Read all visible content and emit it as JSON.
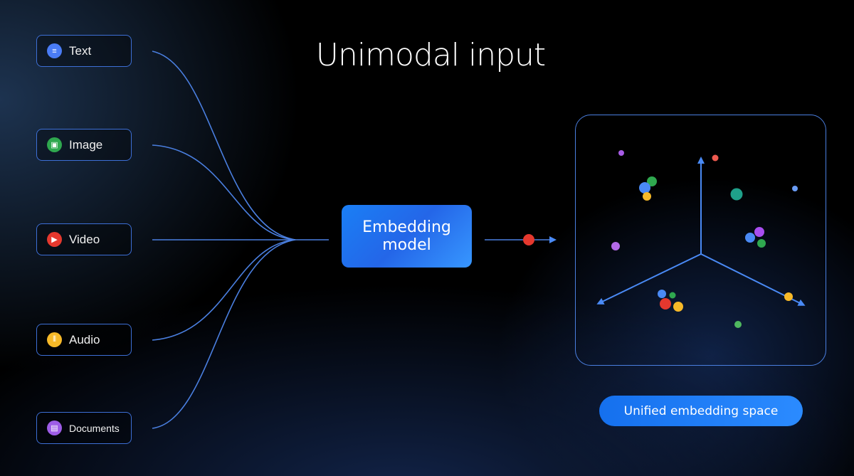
{
  "title": "Unimodal input",
  "inputs": [
    {
      "label": "Text",
      "icon": "text-lines-icon",
      "color": "#4a7cf5"
    },
    {
      "label": "Image",
      "icon": "image-icon",
      "color": "#2fa84f"
    },
    {
      "label": "Video",
      "icon": "video-icon",
      "color": "#e5382e"
    },
    {
      "label": "Audio",
      "icon": "audio-wave-icon",
      "color": "#f7b928"
    },
    {
      "label": "Documents",
      "icon": "document-icon",
      "color": "#9d5ce6"
    }
  ],
  "model": {
    "line1": "Embedding",
    "line2": "model"
  },
  "output_label": "Unified embedding space",
  "colors": {
    "accent": "#2b7cf0",
    "line": "#4a7fe0",
    "red": "#e5382e",
    "green": "#2fa84f",
    "blue": "#4a8af5",
    "yellow": "#f7b928",
    "purple": "#a85ce6"
  }
}
